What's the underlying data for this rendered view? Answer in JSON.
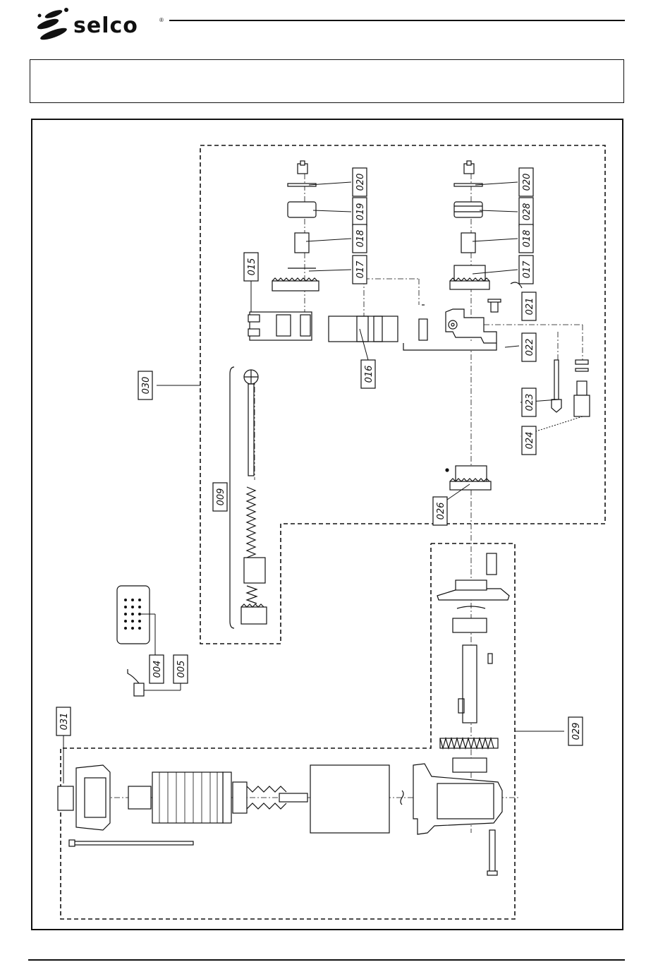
{
  "brand": {
    "name": "selco",
    "registered": "®"
  },
  "header": {
    "text": ""
  },
  "labels": [
    {
      "id": "020a",
      "text": "020"
    },
    {
      "id": "019",
      "text": "019"
    },
    {
      "id": "018a",
      "text": "018"
    },
    {
      "id": "017a",
      "text": "017"
    },
    {
      "id": "015",
      "text": "015"
    },
    {
      "id": "016",
      "text": "016"
    },
    {
      "id": "030",
      "text": "030"
    },
    {
      "id": "020b",
      "text": "020"
    },
    {
      "id": "028",
      "text": "028"
    },
    {
      "id": "018b",
      "text": "018"
    },
    {
      "id": "017b",
      "text": "017"
    },
    {
      "id": "021",
      "text": "021"
    },
    {
      "id": "022",
      "text": "022"
    },
    {
      "id": "023",
      "text": "023"
    },
    {
      "id": "024",
      "text": "024"
    },
    {
      "id": "026",
      "text": "026"
    },
    {
      "id": "009",
      "text": "009"
    },
    {
      "id": "004",
      "text": "004"
    },
    {
      "id": "005",
      "text": "005"
    },
    {
      "id": "031",
      "text": "031"
    },
    {
      "id": "029",
      "text": "029"
    }
  ]
}
